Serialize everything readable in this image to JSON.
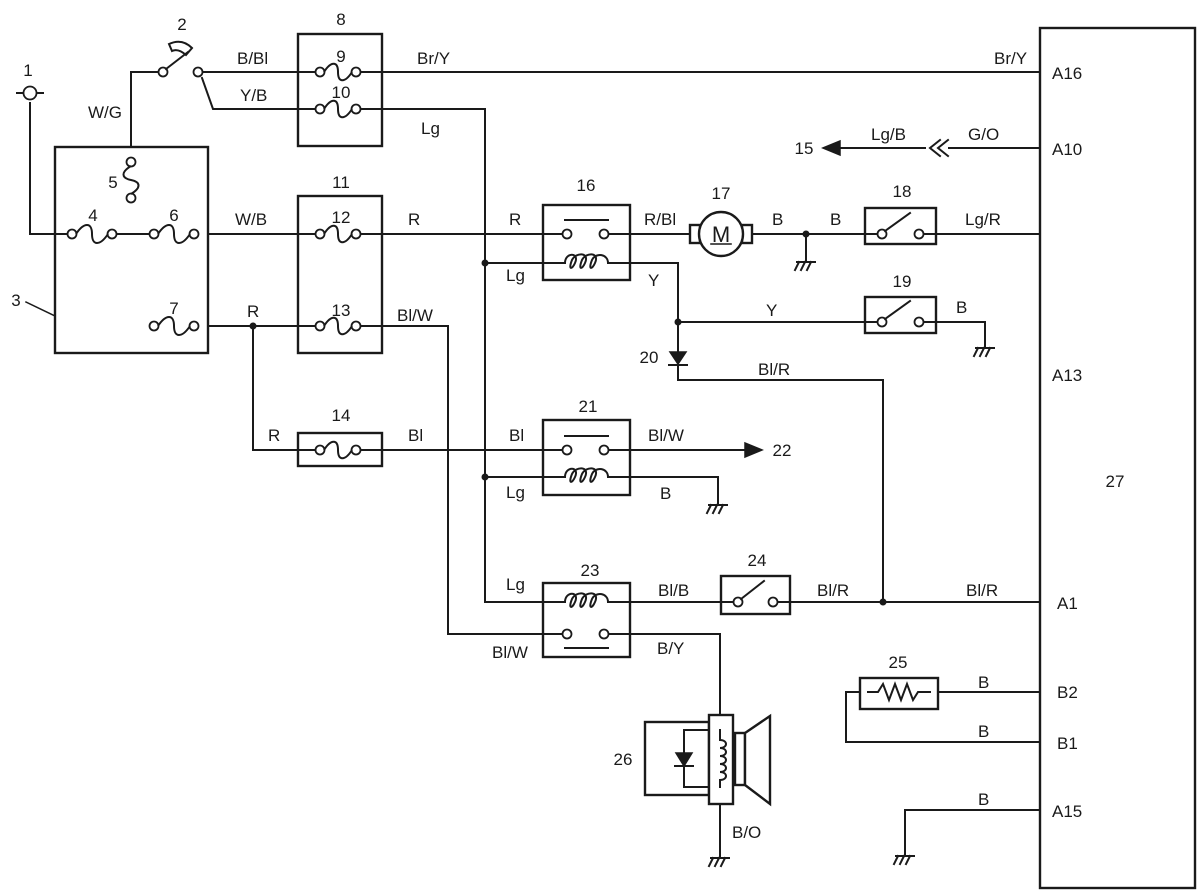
{
  "callouts": [
    "1",
    "2",
    "3",
    "4",
    "5",
    "6",
    "7",
    "8",
    "9",
    "10",
    "11",
    "12",
    "13",
    "14",
    "15",
    "16",
    "17",
    "18",
    "19",
    "20",
    "21",
    "22",
    "23",
    "24",
    "25",
    "26",
    "27"
  ],
  "wires": {
    "w1": "B/Bl",
    "w2": "Br/Y",
    "w3": "Br/Y",
    "w4": "W/G",
    "w5": "Y/B",
    "w6": "Lg",
    "w7": "Lg/B",
    "w8": "G/O",
    "w9": "W/B",
    "w10": "R",
    "w11": "R",
    "w12": "R/Bl",
    "w13": "B",
    "w14": "B",
    "w15": "Lg/R",
    "w16": "Lg",
    "w17": "Y",
    "w18": "R",
    "w19": "Bl/W",
    "w20": "Y",
    "w21": "B",
    "w22": "Bl/R",
    "w23": "R",
    "w24": "Bl",
    "w25": "Bl",
    "w26": "Bl/W",
    "w27": "Lg",
    "w28": "B",
    "w29": "Lg",
    "w30": "Bl/B",
    "w31": "Bl/R",
    "w32": "Bl/R",
    "w33": "Bl/W",
    "w34": "B/Y",
    "w35": "B",
    "w36": "B",
    "w37": "B",
    "w38": "B/O"
  },
  "motor_letter": "M",
  "pins": {
    "a16": "A16",
    "a10": "A10",
    "a13": "A13",
    "a1": "A1",
    "b2": "B2",
    "b1": "B1",
    "a15": "A15"
  }
}
